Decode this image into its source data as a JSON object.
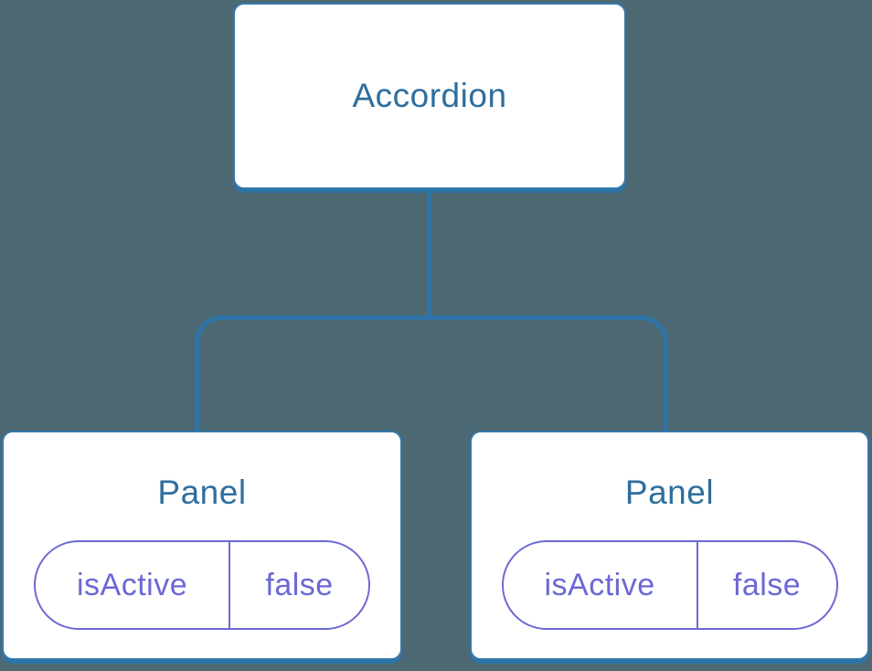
{
  "diagram": {
    "type": "component-tree",
    "colors": {
      "background": "#4C6873",
      "node_fill": "#FFFFFF",
      "node_border": "#3579AC",
      "node_shadow": "#2E73A6",
      "connector": "#2E74A8",
      "title_text": "#2E6E9E",
      "pill_border": "#6C69D4",
      "pill_text": "#6B68D5"
    },
    "root": {
      "label": "Accordion"
    },
    "panels": [
      {
        "label": "Panel",
        "state_key": "isActive",
        "state_value": "false"
      },
      {
        "label": "Panel",
        "state_key": "isActive",
        "state_value": "false"
      }
    ]
  }
}
